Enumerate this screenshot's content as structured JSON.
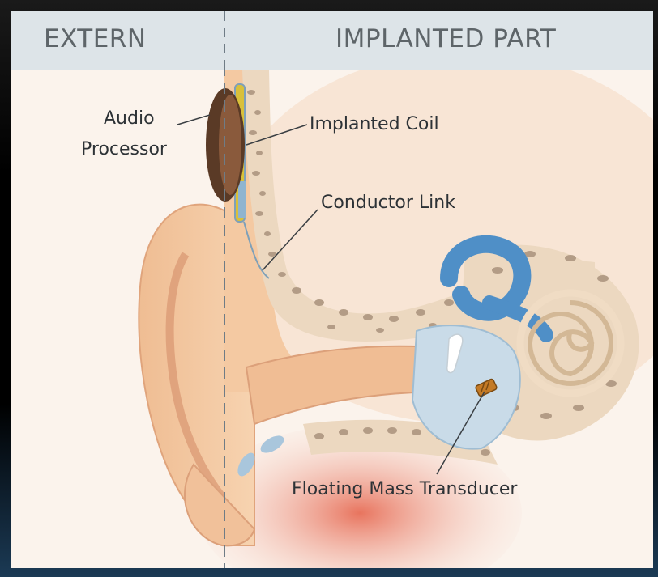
{
  "header": {
    "extern_label": "EXTERN",
    "implanted_label": "IMPLANTED PART"
  },
  "labels": {
    "audio_processor_line1": "Audio",
    "audio_processor_line2": "Processor",
    "implanted_coil": "Implanted Coil",
    "conductor_link": "Conductor Link",
    "floating_mass_transducer": "Floating Mass Transducer"
  },
  "colors": {
    "skin": "#f4c9a2",
    "skin_dark": "#e3a57a",
    "bone": "#ecd8c0",
    "bone_dots": "#b39c86",
    "inner_ear_blue": "#4f8fc7",
    "middle_ear_blue": "#c9dbe8",
    "processor_brown": "#5a3a26",
    "header_bg": "#dde4e8"
  }
}
